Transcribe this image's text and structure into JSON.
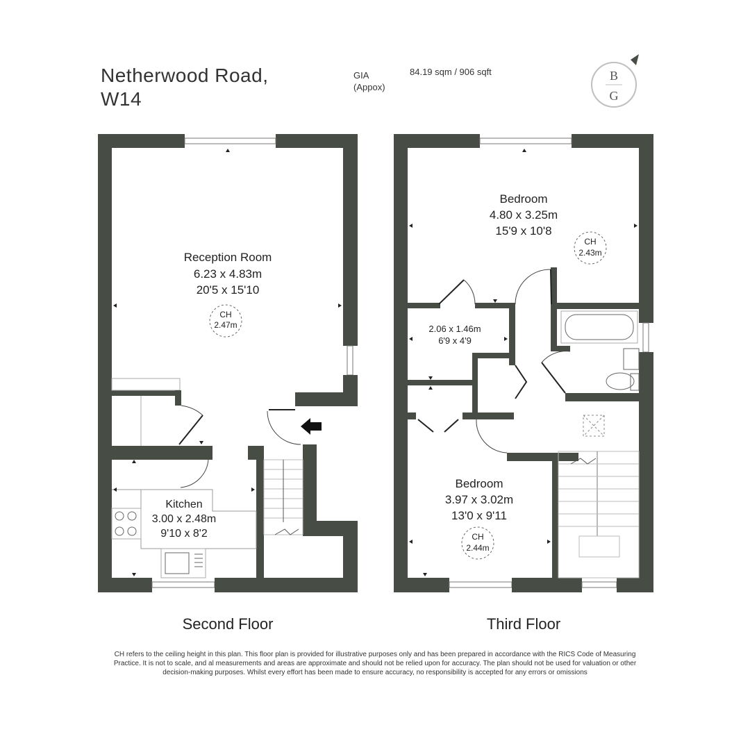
{
  "header": {
    "title_line1": "Netherwood Road,",
    "title_line2": "W14",
    "gia_line1": "GIA",
    "gia_line2": "(Appox)",
    "area": "84.19 sqm / 906 sqft"
  },
  "logo": {
    "letter_top": "B",
    "letter_bottom": "G",
    "icon": "compass-north-icon"
  },
  "second_floor": {
    "label": "Second Floor",
    "reception": {
      "name": "Reception Room",
      "metric": "6.23 x 4.83m",
      "imperial": "20'5 x 15'10",
      "ch": "CH",
      "ch_value": "2.47m"
    },
    "kitchen": {
      "name": "Kitchen",
      "metric": "3.00 x 2.48m",
      "imperial": "9'10 x 8'2"
    }
  },
  "third_floor": {
    "label": "Third Floor",
    "bedroom1": {
      "name": "Bedroom",
      "metric": "4.80 x 3.25m",
      "imperial": "15'9 x 10'8",
      "ch": "CH",
      "ch_value": "2.43m"
    },
    "closet": {
      "metric": "2.06 x 1.46m",
      "imperial": "6'9 x 4'9"
    },
    "bedroom2": {
      "name": "Bedroom",
      "metric": "3.97 x 3.02m",
      "imperial": "13'0 x 9'11",
      "ch": "CH",
      "ch_value": "2.44m"
    }
  },
  "disclaimer": "CH refers to the ceiling height in this plan. This floor plan is provided for illustrative purposes only and has been prepared in accordance with the RICS Code of Measuring Practice. It is not to scale, and al measurements and areas are approximate and should not be relied upon for accuracy. The plan should not be used for valuation or other decision-making purposes. Whilst every effort has been made to ensure accuracy, no responsibility is accepted for any errors or omissions",
  "colors": {
    "wall": "#474c45",
    "text": "#222222",
    "logo_ring": "#bfbfbf"
  }
}
